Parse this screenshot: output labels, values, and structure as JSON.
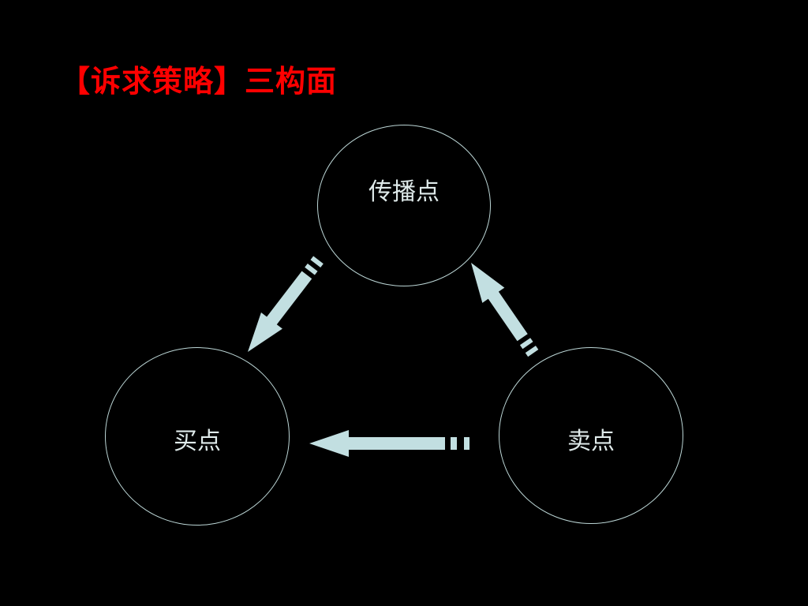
{
  "title": "【诉求策略】三构面",
  "nodes": {
    "spread": "传播点",
    "buy": "买点",
    "sell": "卖点"
  },
  "colors": {
    "background": "#000000",
    "title": "#ff0000",
    "arrow": "#c2dfe1",
    "circle_stroke": "#bcd6d6",
    "label": "#dfeaea"
  },
  "edges": [
    {
      "from": "sell",
      "to": "buy"
    },
    {
      "from": "sell",
      "to": "spread"
    },
    {
      "from": "spread",
      "to": "buy"
    }
  ]
}
